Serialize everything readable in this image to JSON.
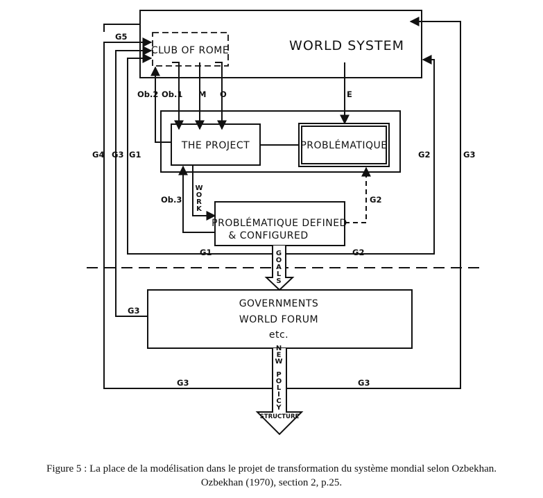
{
  "diagram": {
    "world_system": "WORLD SYSTEM",
    "club_of_rome": "CLUB OF ROME",
    "the_project": "THE PROJECT",
    "problematique": "PROBLÉMATIQUE",
    "problematique_defined_line1": "PROBLÉMATIQUE DEFINED",
    "problematique_defined_line2": "& CONFIGURED",
    "governments_line1": "GOVERNMENTS",
    "governments_line2": "WORLD FORUM",
    "governments_line3": "etc.",
    "structure": "STRUCTURE",
    "goals": "GOALS",
    "work": "WORK",
    "new_policy": "NEW POLICY",
    "labels": {
      "g1": "G1",
      "g2": "G2",
      "g3": "G3",
      "g4": "G4",
      "g5": "G5",
      "ob1": "Ob.1",
      "ob2": "Ob.2",
      "ob3": "Ob.3",
      "m": "M",
      "o": "O",
      "e": "E"
    }
  },
  "caption": {
    "line1": "Figure 5 : La place de la modélisation dans le projet de transformation du système mondial selon Ozbekhan.",
    "line2": "Ozbekhan (1970), section 2, p.25."
  }
}
